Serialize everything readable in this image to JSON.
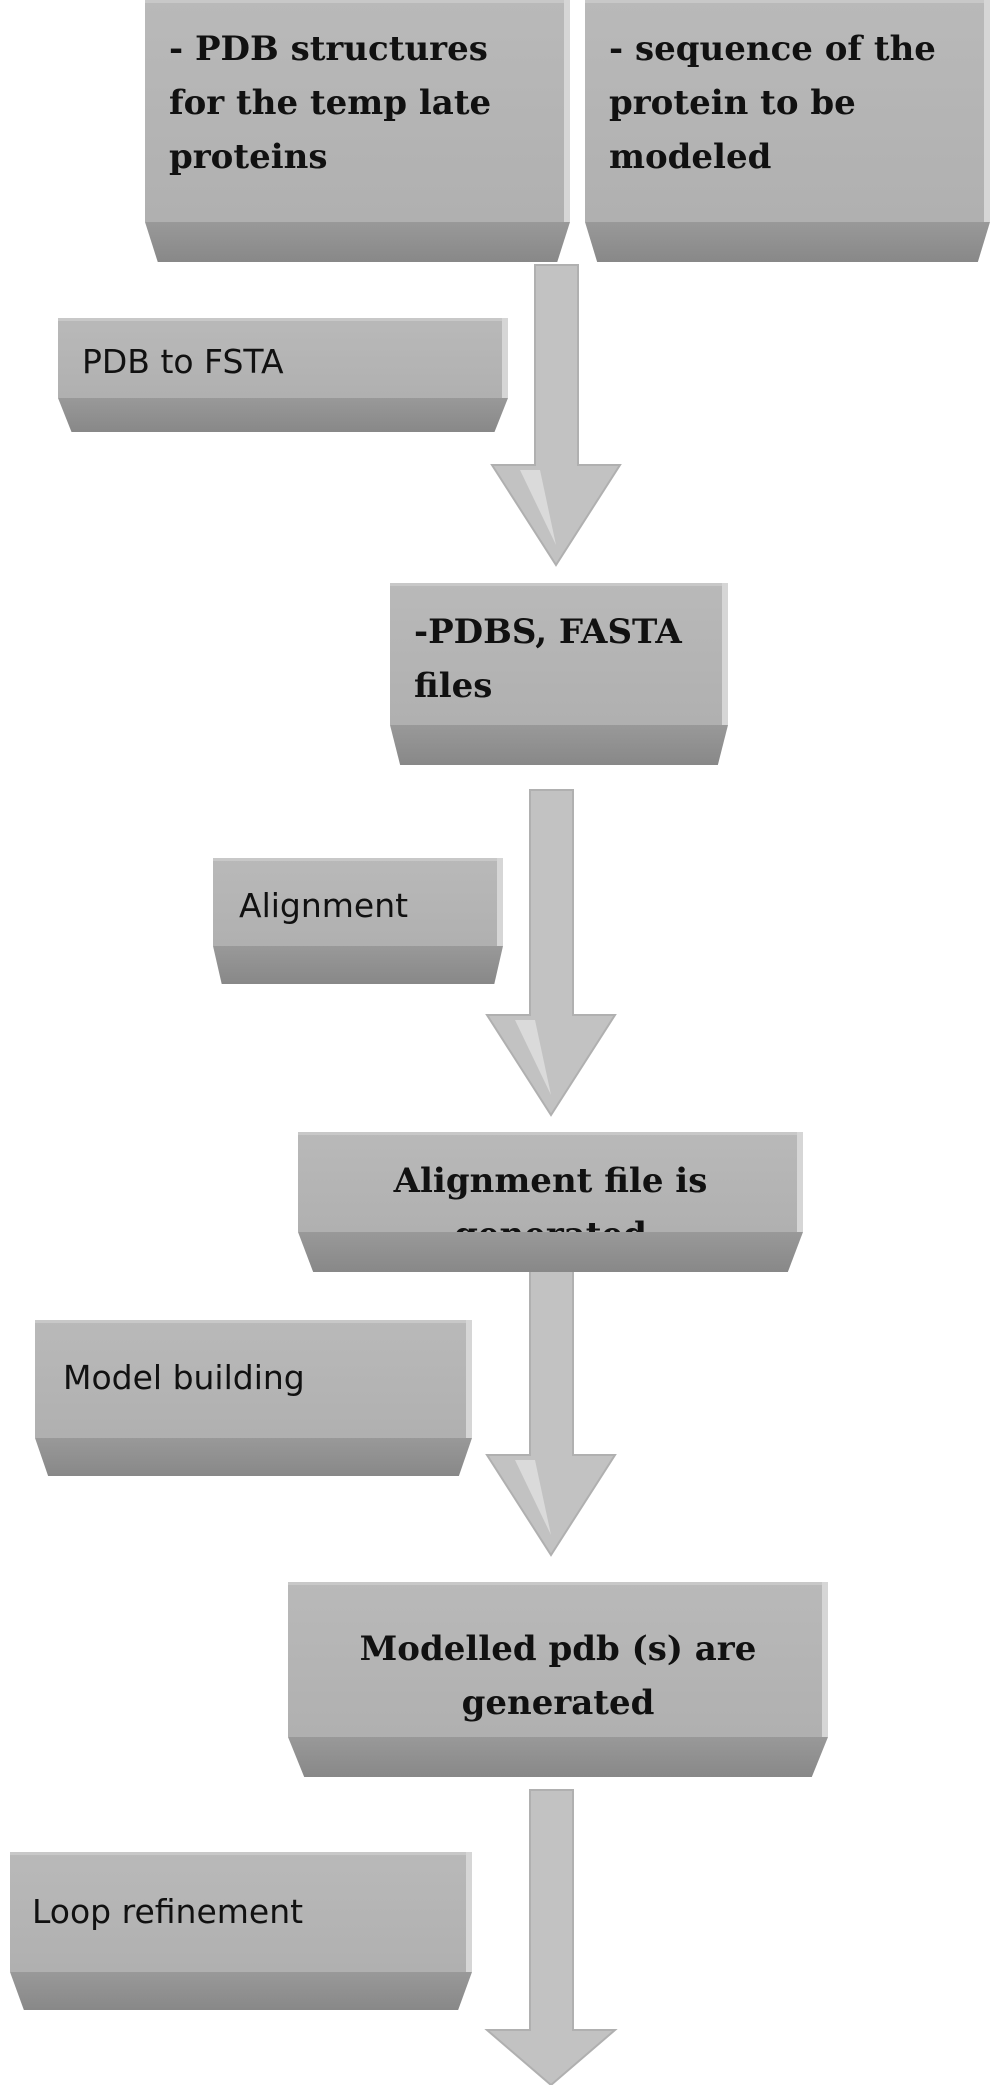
{
  "flow": {
    "box_pdb_structures": "- PDB structures for the temp late proteins",
    "box_sequence": "- sequence of the protein to be modeled",
    "step_pdb_to_fasta": "PDB to FSTA",
    "box_pdbs_fasta": "-PDBS, FASTA files",
    "step_alignment": "Alignment",
    "box_alignment_file": "Alignment file is generated",
    "step_model_building": "Model building",
    "box_modelled_pdb": "Modelled pdb (s) are generated",
    "step_loop_refinement": "Loop refinement"
  },
  "colors": {
    "box_face": "#b5b5b5",
    "box_base": "#8f8f8f",
    "arrow": "#c4c4c4",
    "text": "#111111"
  }
}
